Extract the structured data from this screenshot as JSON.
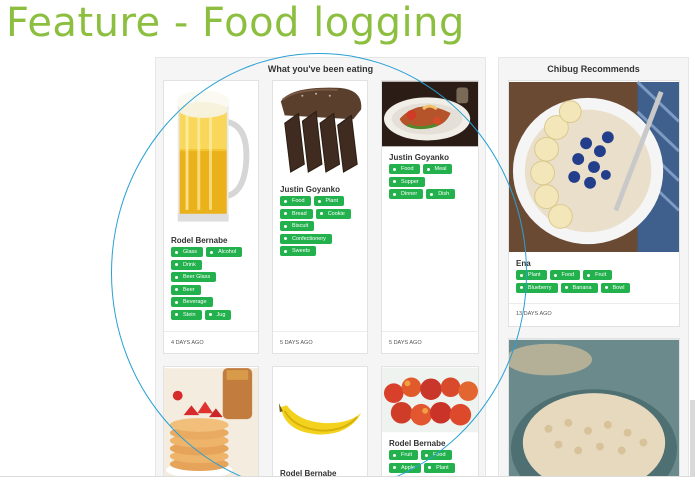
{
  "slide": {
    "title": "Feature - Food logging"
  },
  "feed": {
    "title": "What you've been eating",
    "cards": [
      {
        "name": "Rodel Bernabe",
        "time": "4 DAYS AGO",
        "tags": [
          [
            "Glass",
            "Alcohol"
          ],
          [
            "Drink"
          ],
          [
            "Beer Glass"
          ],
          [
            "Beer"
          ],
          [
            "Beverage"
          ],
          [
            "Stein",
            "Jug"
          ]
        ]
      },
      {
        "name": "Justin Goyanko",
        "time": "5 DAYS AGO",
        "tags": [
          [
            "Food",
            "Plant"
          ],
          [
            "Bread",
            "Cookie"
          ],
          [
            "Biscuit"
          ],
          [
            "Confectionery"
          ],
          [
            "Sweets"
          ]
        ]
      },
      {
        "name": "Justin Goyanko",
        "time": "5 DAYS AGO",
        "tags": [
          [
            "Food",
            "Meal"
          ],
          [
            "Supper"
          ],
          [
            "Dinner",
            "Dish"
          ]
        ]
      },
      {
        "name": "Rodel Bernabe"
      },
      {
        "name": "Rodel Bernabe",
        "tags": [
          [
            "Fruit",
            "Food"
          ],
          [
            "Apple",
            "Plant"
          ]
        ]
      }
    ]
  },
  "recommend": {
    "title": "Chibug Recommends",
    "cards": [
      {
        "name": "Ena",
        "time": "13 DAYS AGO",
        "tags": [
          [
            "Plant",
            "Food",
            "Fruit"
          ],
          [
            "Blueberry",
            "Banana",
            "Bowl"
          ]
        ]
      }
    ]
  }
}
